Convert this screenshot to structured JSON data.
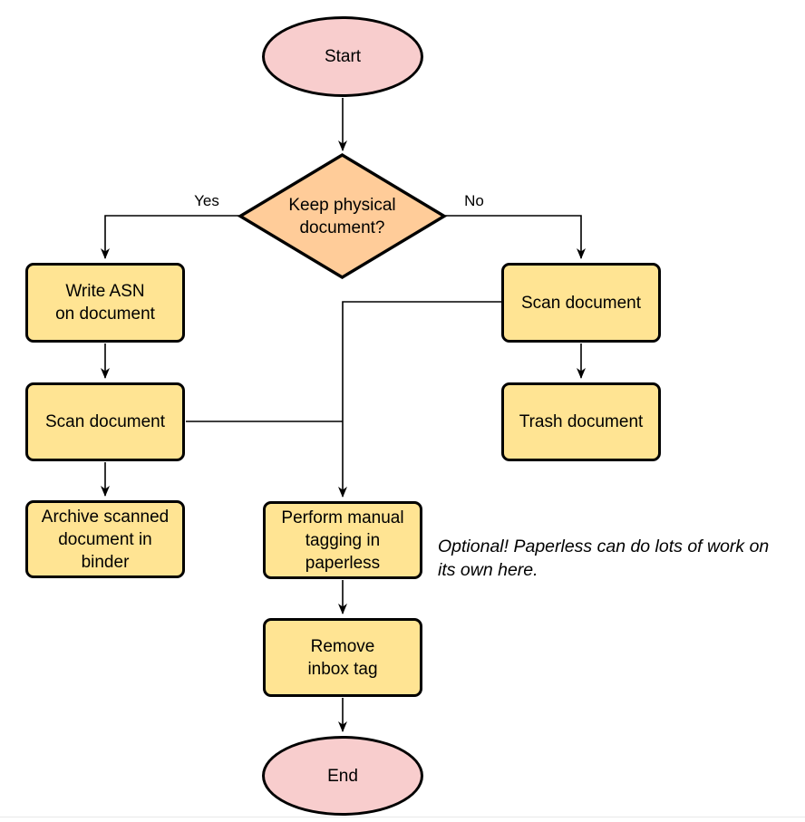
{
  "diagram": {
    "nodes": {
      "start": {
        "type": "terminator",
        "label": "Start"
      },
      "decision": {
        "type": "decision",
        "label": "Keep physical\ndocument?"
      },
      "write_asn": {
        "type": "process",
        "label": "Write ASN\non document"
      },
      "scan_left": {
        "type": "process",
        "label": "Scan document"
      },
      "archive": {
        "type": "process",
        "label": "Archive scanned\ndocument in\nbinder"
      },
      "scan_right": {
        "type": "process",
        "label": "Scan document"
      },
      "trash": {
        "type": "process",
        "label": "Trash document"
      },
      "tagging": {
        "type": "process",
        "label": "Perform manual\ntagging in\npaperless"
      },
      "remove_tag": {
        "type": "process",
        "label": "Remove\ninbox tag"
      },
      "end": {
        "type": "terminator",
        "label": "End"
      }
    },
    "edge_labels": {
      "yes": "Yes",
      "no": "No"
    },
    "edges": [
      {
        "from": "start",
        "to": "decision",
        "label": ""
      },
      {
        "from": "decision",
        "to": "write_asn",
        "label": "Yes"
      },
      {
        "from": "decision",
        "to": "scan_right",
        "label": "No"
      },
      {
        "from": "write_asn",
        "to": "scan_left",
        "label": ""
      },
      {
        "from": "scan_left",
        "to": "archive",
        "label": ""
      },
      {
        "from": "scan_left",
        "to": "tagging",
        "label": ""
      },
      {
        "from": "scan_right",
        "to": "trash",
        "label": ""
      },
      {
        "from": "scan_right",
        "to": "tagging",
        "label": ""
      },
      {
        "from": "tagging",
        "to": "remove_tag",
        "label": ""
      },
      {
        "from": "remove_tag",
        "to": "end",
        "label": ""
      }
    ],
    "annotation": "Optional! Paperless can do lots of work on\nits own here.",
    "colors": {
      "terminator_fill": "#F8CDCD",
      "decision_fill": "#FFCC99",
      "process_fill": "#FFE493",
      "stroke": "#000000"
    }
  }
}
